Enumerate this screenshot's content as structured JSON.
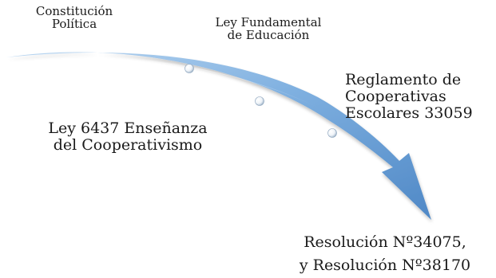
{
  "labels": {
    "constitucion": "Constitución\nPolítica",
    "ley_fundamental": "Ley Fundamental\nde Educación",
    "reglamento": "Reglamento de\nCooperativas\n Escolares 33059",
    "ley_6437": "Ley 6437 Enseñanza\ndel Cooperativismo",
    "resolucion": "Resolución Nº34075,\ny Resolución Nº38170"
  },
  "colors": {
    "arrow_light": "#b9d6f1",
    "arrow_mid": "#7fb0e0",
    "arrow_dark": "#4f88c6",
    "bead": "#ffffff"
  }
}
